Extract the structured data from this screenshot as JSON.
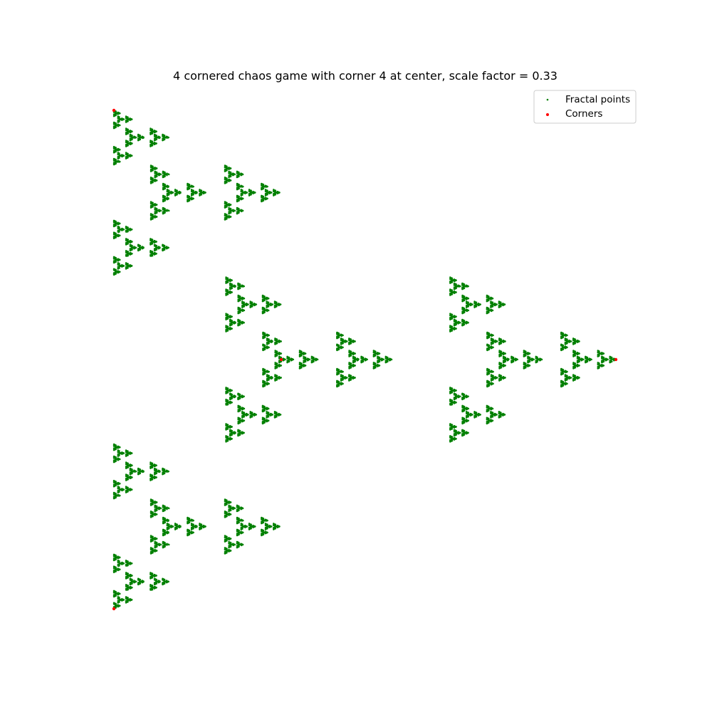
{
  "chart_data": {
    "type": "scatter",
    "title": "4 cornered chaos game with corner 4 at center, scale factor = 0.33",
    "xlabel": "",
    "ylabel": "",
    "axes_visible": false,
    "grid": false,
    "legend_placement": "top-right",
    "corner_order": [
      "corner 1 (top-left)",
      "corner 2 (bottom-left)",
      "corner 3 (right)",
      "corner 4 (center)"
    ],
    "scale_factor": 0.33,
    "iterations_shown": 6,
    "series": [
      {
        "name": "Fractal points",
        "color": "#008000",
        "marker": "dot",
        "marker_note": "fractal points generated from corners by repeated contraction"
      },
      {
        "name": "Corners",
        "color": "#ff0000",
        "marker": "dot",
        "points": [
          {
            "x": 0.0,
            "y": 1.0
          },
          {
            "x": 0.0,
            "y": -1.0
          },
          {
            "x": 2.0,
            "y": 0.0
          },
          {
            "x": 0.6667,
            "y": 0.0
          }
        ]
      }
    ]
  }
}
